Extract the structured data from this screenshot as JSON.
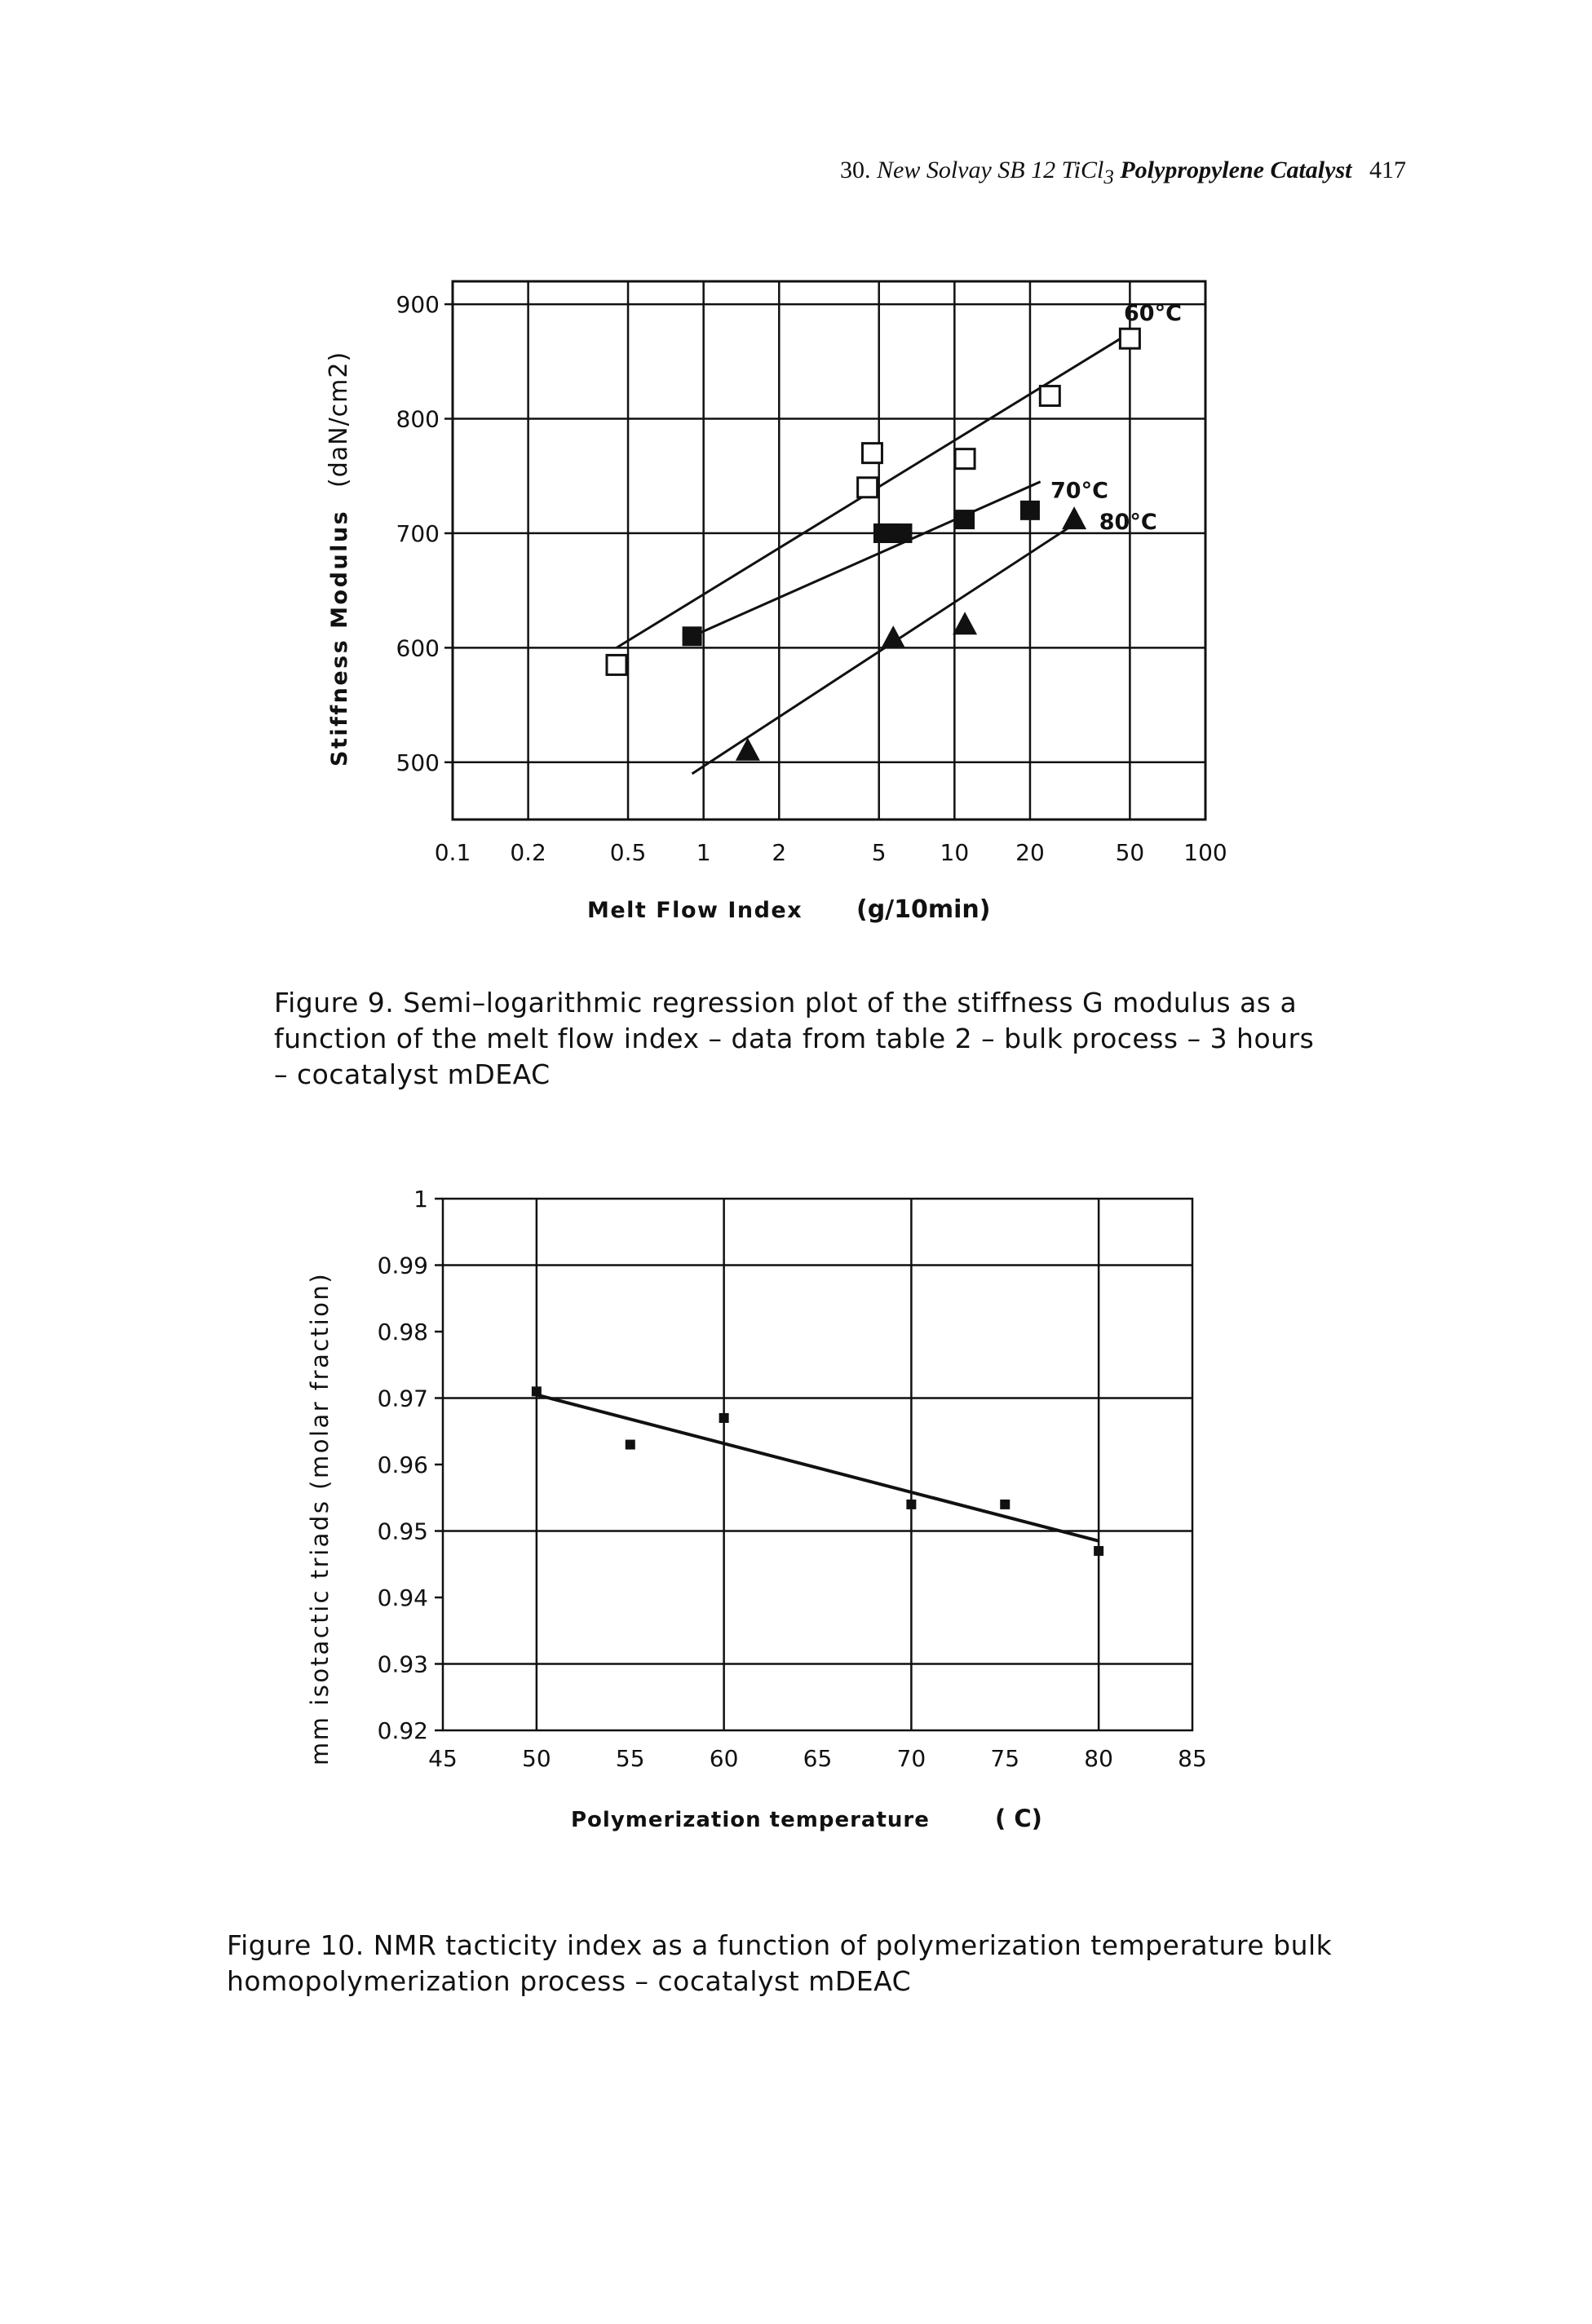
{
  "running_head": {
    "chapter": "30.",
    "title_italic": "New Solvay SB 12 TiCl",
    "subscript": "3",
    "title_bold": "Polypropylene Catalyst",
    "page_number": "417"
  },
  "chart_data": [
    {
      "type": "scatter",
      "x_scale": "log",
      "xlabel": "Melt Flow Index (g/10min)",
      "ylabel": "Stiffness Modulus (daN/cm2)",
      "xlim": [
        0.1,
        100
      ],
      "ylim": [
        450,
        920
      ],
      "x_ticks": [
        0.1,
        0.2,
        0.5,
        1,
        2,
        5,
        10,
        20,
        50,
        100
      ],
      "x_tick_labels": [
        "0.1",
        "0.2",
        "0.5",
        "1",
        "2",
        "5",
        "10",
        "20",
        "50",
        "100"
      ],
      "y_ticks": [
        500,
        600,
        700,
        800,
        900
      ],
      "y_tick_labels": [
        "500",
        "600",
        "700",
        "800",
        "900"
      ],
      "grid": true,
      "series": [
        {
          "name": "60°C",
          "marker": "open-square",
          "points": [
            [
              0.45,
              585
            ],
            [
              4.5,
              740
            ],
            [
              4.7,
              770
            ],
            [
              11,
              765
            ],
            [
              24,
              820
            ],
            [
              50,
              870
            ]
          ],
          "fit": [
            [
              0.45,
              600
            ],
            [
              50,
              875
            ]
          ]
        },
        {
          "name": "70°C",
          "marker": "filled-square",
          "points": [
            [
              0.9,
              610
            ],
            [
              5.2,
              700
            ],
            [
              5.5,
              700
            ],
            [
              6.2,
              700
            ],
            [
              11,
              712
            ],
            [
              20,
              720
            ]
          ],
          "fit": [
            [
              0.9,
              610
            ],
            [
              22,
              745
            ]
          ]
        },
        {
          "name": "80°C",
          "marker": "filled-triangle",
          "points": [
            [
              1.5,
              510
            ],
            [
              5.7,
              608
            ],
            [
              11,
              620
            ],
            [
              30,
              712
            ]
          ],
          "fit": [
            [
              0.9,
              490
            ],
            [
              32,
              712
            ]
          ]
        }
      ]
    },
    {
      "type": "scatter",
      "xlabel": "Polymerization temperature ( C)",
      "ylabel": "mm isotactic triads (molar fraction)",
      "xlim": [
        45,
        85
      ],
      "ylim": [
        0.92,
        1
      ],
      "x_ticks": [
        45,
        50,
        55,
        60,
        65,
        70,
        75,
        80,
        85
      ],
      "x_tick_labels": [
        "45",
        "50",
        "55",
        "60",
        "65",
        "70",
        "75",
        "80",
        "85"
      ],
      "y_ticks": [
        0.92,
        0.93,
        0.94,
        0.95,
        0.96,
        0.97,
        0.98,
        0.99,
        1
      ],
      "y_tick_labels": [
        "0.92",
        "0.93",
        "0.94",
        "0.95",
        "0.96",
        "0.97",
        "0.98",
        "0.99",
        "1"
      ],
      "grid": "partial",
      "series": [
        {
          "name": "",
          "marker": "small-filled-square",
          "points": [
            [
              50,
              0.971
            ],
            [
              55,
              0.963
            ],
            [
              60,
              0.967
            ],
            [
              70,
              0.954
            ],
            [
              75,
              0.954
            ],
            [
              80,
              0.947
            ]
          ],
          "fit": [
            [
              50,
              0.9705
            ],
            [
              80,
              0.9485
            ]
          ]
        }
      ]
    }
  ],
  "figure9": {
    "xlabel_main": "Melt Flow Index",
    "xlabel_unit": "(g/10min)",
    "ylabel_main": "Stiffness Modulus",
    "ylabel_unit": "(daN/cm2)",
    "caption": "Figure 9. Semi–logarithmic regression plot of the stiffness G modulus as a function of the melt flow index – data from table 2 – bulk process – 3 hours – cocatalyst mDEAC"
  },
  "figure10": {
    "xlabel_main": "Polymerization temperature",
    "xlabel_unit": "( C)",
    "ylabel": "mm isotactic triads (molar fraction)",
    "caption": "Figure 10. NMR tacticity index as a function of polymerization temperature bulk homopolymerization process – cocatalyst mDEAC"
  },
  "colors": {
    "ink": "#111111",
    "background": "#ffffff"
  }
}
